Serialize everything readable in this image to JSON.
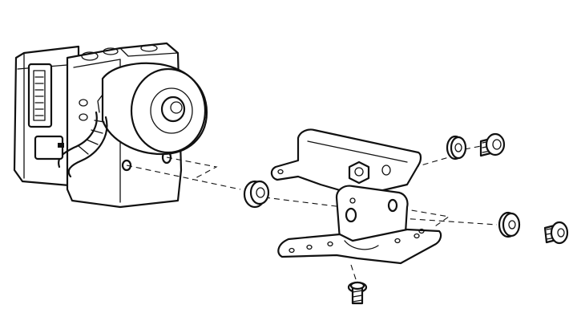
{
  "figure": {
    "type": "exploded-view line drawing",
    "colors": {
      "line": "#111111",
      "background": "#ffffff"
    },
    "parts": [
      "abs-modulator-unit",
      "electric-connector",
      "pump-motor",
      "wiring-harness",
      "rubber-grommet",
      "mounting-bracket",
      "flange-nut",
      "washer",
      "bolt"
    ]
  }
}
